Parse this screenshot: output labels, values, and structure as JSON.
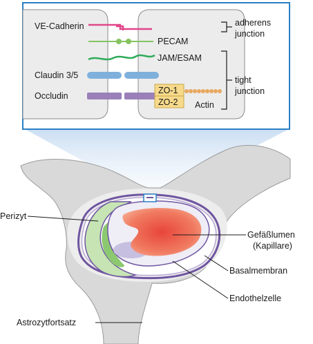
{
  "junction_panel": {
    "ve_cadherin": "VE-Cadherin",
    "pecam": "PECAM",
    "jam_esam": "JAM/ESAM",
    "claudin": "Claudin 3/5",
    "occludin": "Occludin",
    "zo1": "ZO-1",
    "zo2": "ZO-2",
    "actin": "Actin",
    "adherens_line1": "adherens",
    "adherens_line2": "junction",
    "tight_line1": "tight",
    "tight_line2": "junction"
  },
  "capillary": {
    "perizyt": "Perizyt",
    "lumen_line1": "Gefäßlumen",
    "lumen_line2": "(Kapillare)",
    "basalmembran": "Basalmembran",
    "endothelzelle": "Endothelzelle",
    "astrozyt": "Astrozytfortsatz"
  },
  "colors": {
    "frame": "#2a7fc4",
    "cell": "#ececec",
    "cell_stroke": "#8a8a8a",
    "ve_cadherin": "#e0468a",
    "pecam": "#86c460",
    "jam_esam": "#2fab5a",
    "claudin": "#7fb0dc",
    "occludin": "#9a7fb8",
    "zo_box": "#f6d98a",
    "actin": "#e8a860",
    "basal_membrane": "#6f55a0",
    "lumen": "#ef7560",
    "pericyte": "#9fd08a",
    "astrocyte": "#d9d9d9"
  }
}
